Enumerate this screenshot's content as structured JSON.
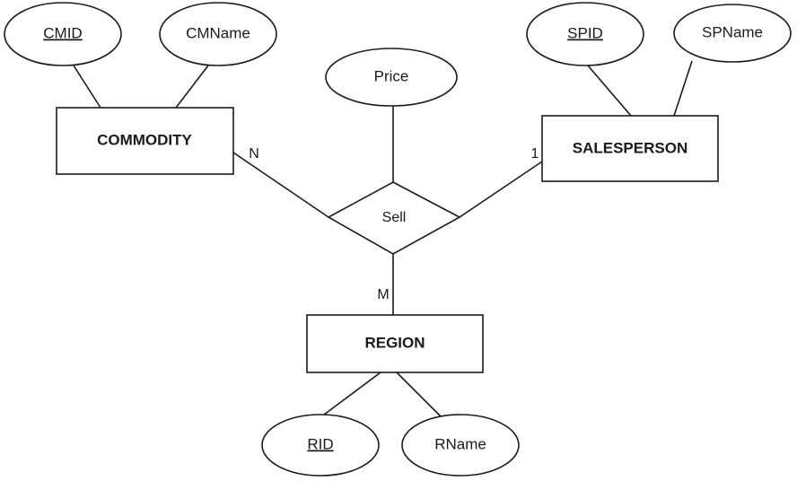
{
  "entities": {
    "commodity": "COMMODITY",
    "salesperson": "SALESPERSON",
    "region": "REGION"
  },
  "relationship": {
    "sell": "Sell"
  },
  "attributes": {
    "cmid": "CMID",
    "cmname": "CMName",
    "price": "Price",
    "spid": "SPID",
    "spname": "SPName",
    "rid": "RID",
    "rname": "RName"
  },
  "cardinalities": {
    "commodity": "N",
    "salesperson": "1",
    "region": "M"
  },
  "key_attributes": [
    "CMID",
    "SPID",
    "RID"
  ]
}
